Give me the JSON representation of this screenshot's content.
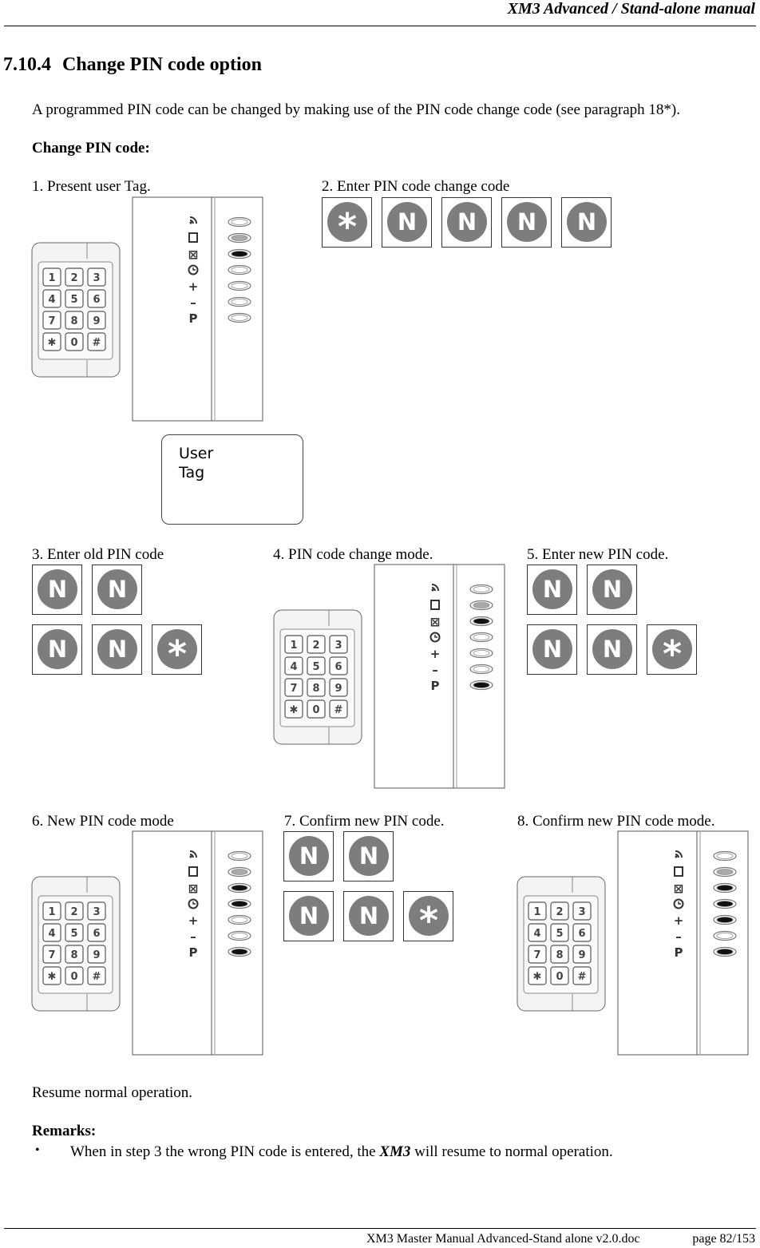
{
  "header": {
    "title": "XM3 Advanced / Stand-alone manual"
  },
  "section": {
    "number": "7.10.4",
    "title": "Change PIN code option"
  },
  "intro": "A programmed PIN code can be changed by making use of the PIN code change code (see paragraph 18*).",
  "subheading": "Change PIN code:",
  "steps": [
    {
      "label": "1. Present user Tag."
    },
    {
      "label": "2. Enter PIN code change code",
      "keys": [
        "*",
        "N",
        "N",
        "N",
        "N"
      ]
    },
    {
      "label": "3. Enter old PIN code",
      "keys_top": [
        "N",
        "N"
      ],
      "keys_bottom": [
        "N",
        "N",
        "*"
      ]
    },
    {
      "label": "4. PIN code change mode."
    },
    {
      "label": "5. Enter new PIN code.",
      "keys_top": [
        "N",
        "N"
      ],
      "keys_bottom": [
        "N",
        "N",
        "*"
      ]
    },
    {
      "label": "6. New PIN code mode"
    },
    {
      "label": "7. Confirm new PIN code.",
      "keys_top": [
        "N",
        "N"
      ],
      "keys_bottom": [
        "N",
        "N",
        "*"
      ]
    },
    {
      "label": "8. Confirm new PIN code mode."
    }
  ],
  "tag_card": {
    "line1": "User",
    "line2": "Tag"
  },
  "keypad_keys": [
    "1",
    "2",
    "3",
    "4",
    "5",
    "6",
    "7",
    "8",
    "9",
    "✱",
    "0",
    "#"
  ],
  "indicator_symbols": [
    "rfid-icon",
    "door-icon",
    "relay-icon",
    "clock-icon",
    "plus-icon",
    "minus-icon",
    "p-icon"
  ],
  "indicator_glyphs": [
    "",
    "",
    "⊠",
    "",
    "+",
    "–",
    "P"
  ],
  "led_states": {
    "step1": [
      "off",
      "dim",
      "on",
      "off",
      "off",
      "off",
      "off"
    ],
    "step4": [
      "off",
      "dim",
      "on",
      "off",
      "off",
      "off",
      "on"
    ],
    "step6": [
      "off",
      "dim",
      "on",
      "on",
      "off",
      "off",
      "on"
    ],
    "step8": [
      "off",
      "dim",
      "on",
      "on",
      "on",
      "off",
      "on"
    ]
  },
  "resume": "Resume normal operation.",
  "remarks": {
    "heading": "Remarks:",
    "bullet": "•",
    "text_before": "When in step 3 the wrong PIN code is entered, the ",
    "text_em": "XM3",
    "text_after": " will resume to normal operation."
  },
  "footer": {
    "doc": "XM3 Master Manual Advanced-Stand alone v2.0.doc",
    "page": "page 82/153"
  }
}
